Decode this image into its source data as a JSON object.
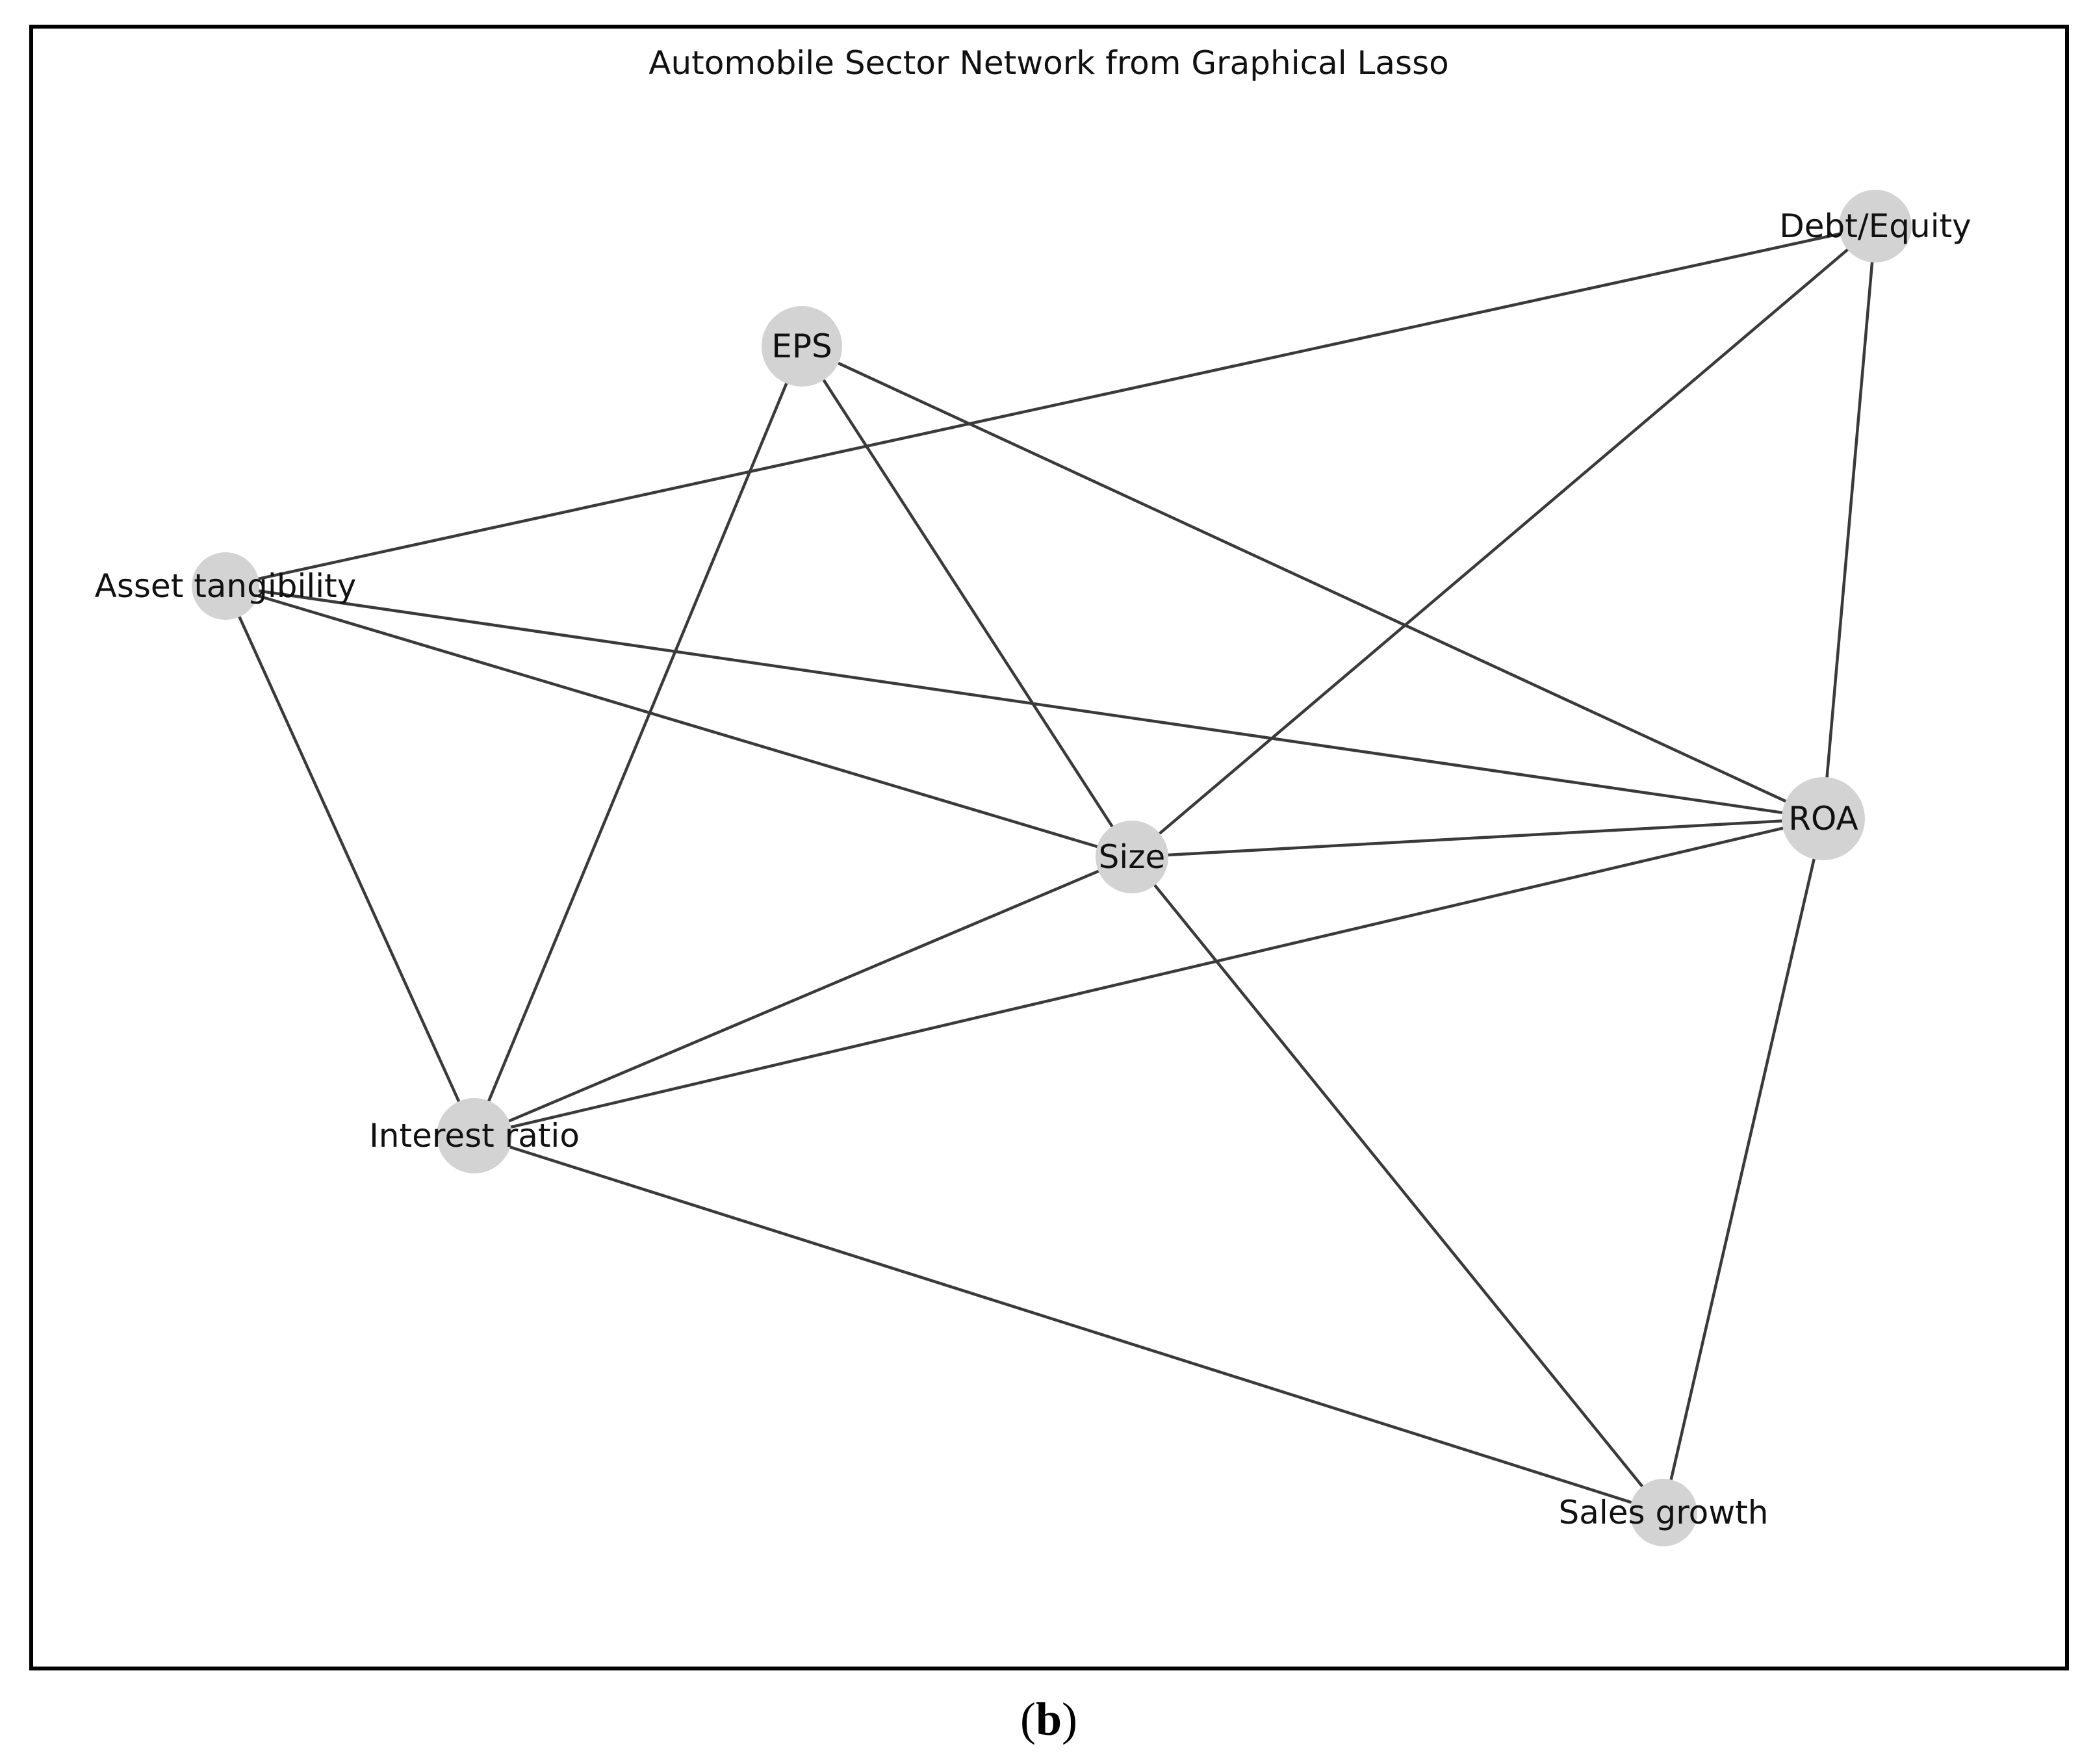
{
  "diagram": {
    "title": "Automobile Sector Network from Graphical Lasso",
    "caption": {
      "open": "(",
      "letter": "b",
      "close": ")"
    },
    "nodes": [
      {
        "id": "eps",
        "label": "EPS"
      },
      {
        "id": "debt_equity",
        "label": "Debt/Equity"
      },
      {
        "id": "asset_tangibility",
        "label": "Asset tangibility"
      },
      {
        "id": "size",
        "label": "Size"
      },
      {
        "id": "roa",
        "label": "ROA"
      },
      {
        "id": "interest_ratio",
        "label": "Interest ratio"
      },
      {
        "id": "sales_growth",
        "label": "Sales growth"
      }
    ],
    "edges": [
      [
        "asset_tangibility",
        "debt_equity"
      ],
      [
        "asset_tangibility",
        "size"
      ],
      [
        "asset_tangibility",
        "roa"
      ],
      [
        "asset_tangibility",
        "interest_ratio"
      ],
      [
        "eps",
        "interest_ratio"
      ],
      [
        "eps",
        "size"
      ],
      [
        "eps",
        "roa"
      ],
      [
        "debt_equity",
        "size"
      ],
      [
        "debt_equity",
        "roa"
      ],
      [
        "size",
        "roa"
      ],
      [
        "size",
        "interest_ratio"
      ],
      [
        "size",
        "sales_growth"
      ],
      [
        "roa",
        "interest_ratio"
      ],
      [
        "roa",
        "sales_growth"
      ],
      [
        "interest_ratio",
        "sales_growth"
      ]
    ],
    "colors": {
      "node_fill": "#d3d3d3",
      "edge": "#3a3a3a",
      "frame": "#000000"
    }
  }
}
